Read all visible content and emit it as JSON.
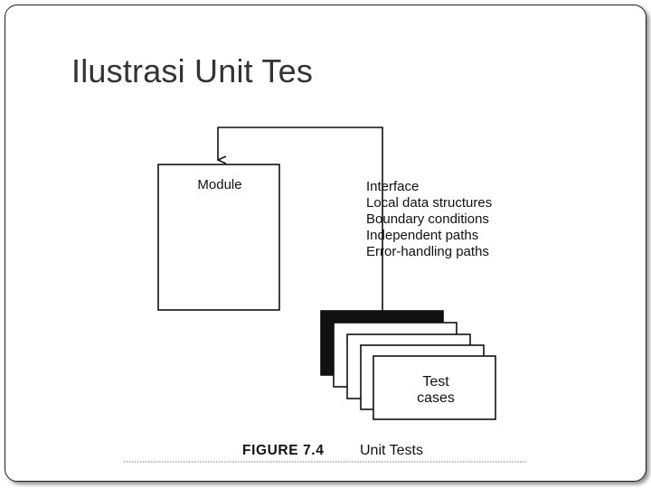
{
  "slide": {
    "title": "Ilustrasi Unit Tes"
  },
  "diagram": {
    "module_label": "Module",
    "checklist": [
      "Interface",
      "Local data structures",
      "Boundary conditions",
      "Independent paths",
      "Error-handling paths"
    ],
    "test_cases_line1": "Test",
    "test_cases_line2": "cases",
    "figure_number": "FIGURE 7.4",
    "figure_caption": "Unit Tests"
  },
  "colors": {
    "stroke": "#111111",
    "title": "#333333",
    "frame": "#222222"
  }
}
